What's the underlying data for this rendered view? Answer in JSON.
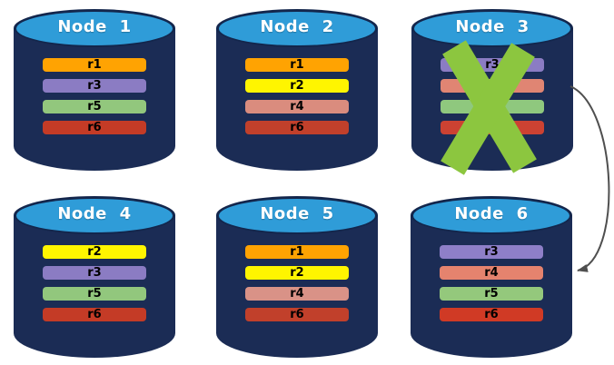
{
  "diagram": {
    "background": "#FFFFFF",
    "palette": {
      "cylinder_body": "#1B2C55",
      "cylinder_rim": "#13264C",
      "cylinder_top": "#2F9CD8",
      "title_text": "#FFFFFF",
      "bar_text": "#000000"
    },
    "nodes": [
      {
        "title": "Node 1",
        "failed": false,
        "replicas": [
          {
            "label": "r1",
            "color": "#FFA302"
          },
          {
            "label": "r3",
            "color": "#8B7CC3"
          },
          {
            "label": "r5",
            "color": "#92C77D"
          },
          {
            "label": "r6",
            "color": "#C43B26"
          }
        ]
      },
      {
        "title": "Node 2",
        "failed": false,
        "replicas": [
          {
            "label": "r1",
            "color": "#FFA302"
          },
          {
            "label": "r2",
            "color": "#FFF500"
          },
          {
            "label": "r4",
            "color": "#DA8C7E"
          },
          {
            "label": "r6",
            "color": "#C1402B"
          }
        ]
      },
      {
        "title": "Node 3",
        "failed": true,
        "replicas": [
          {
            "label": "r3",
            "color": "#8B7CC3"
          },
          {
            "label": "",
            "color": "#E08573"
          },
          {
            "label": "",
            "color": "#8FC87E"
          },
          {
            "label": "",
            "color": "#CC4232"
          }
        ]
      },
      {
        "title": "Node 4",
        "failed": false,
        "replicas": [
          {
            "label": "r2",
            "color": "#FFF500"
          },
          {
            "label": "r3",
            "color": "#8B7CC3"
          },
          {
            "label": "r5",
            "color": "#92C77D"
          },
          {
            "label": "r6",
            "color": "#C43B26"
          }
        ]
      },
      {
        "title": "Node 5",
        "failed": false,
        "replicas": [
          {
            "label": "r1",
            "color": "#FFA302"
          },
          {
            "label": "r2",
            "color": "#FFF500"
          },
          {
            "label": "r4",
            "color": "#D99287"
          },
          {
            "label": "r6",
            "color": "#C1402B"
          }
        ]
      },
      {
        "title": "Node 6",
        "failed": false,
        "replicas": [
          {
            "label": "r3",
            "color": "#8E7FC8"
          },
          {
            "label": "r4",
            "color": "#E5836E"
          },
          {
            "label": "r5",
            "color": "#94C87C"
          },
          {
            "label": "r6",
            "color": "#D03A25"
          }
        ]
      }
    ],
    "failure_mark": {
      "node": "Node 3",
      "color": "#8CC63F"
    },
    "arrow": {
      "from": "Node 3",
      "to": "Node 6",
      "color": "#4F4F4F"
    }
  }
}
